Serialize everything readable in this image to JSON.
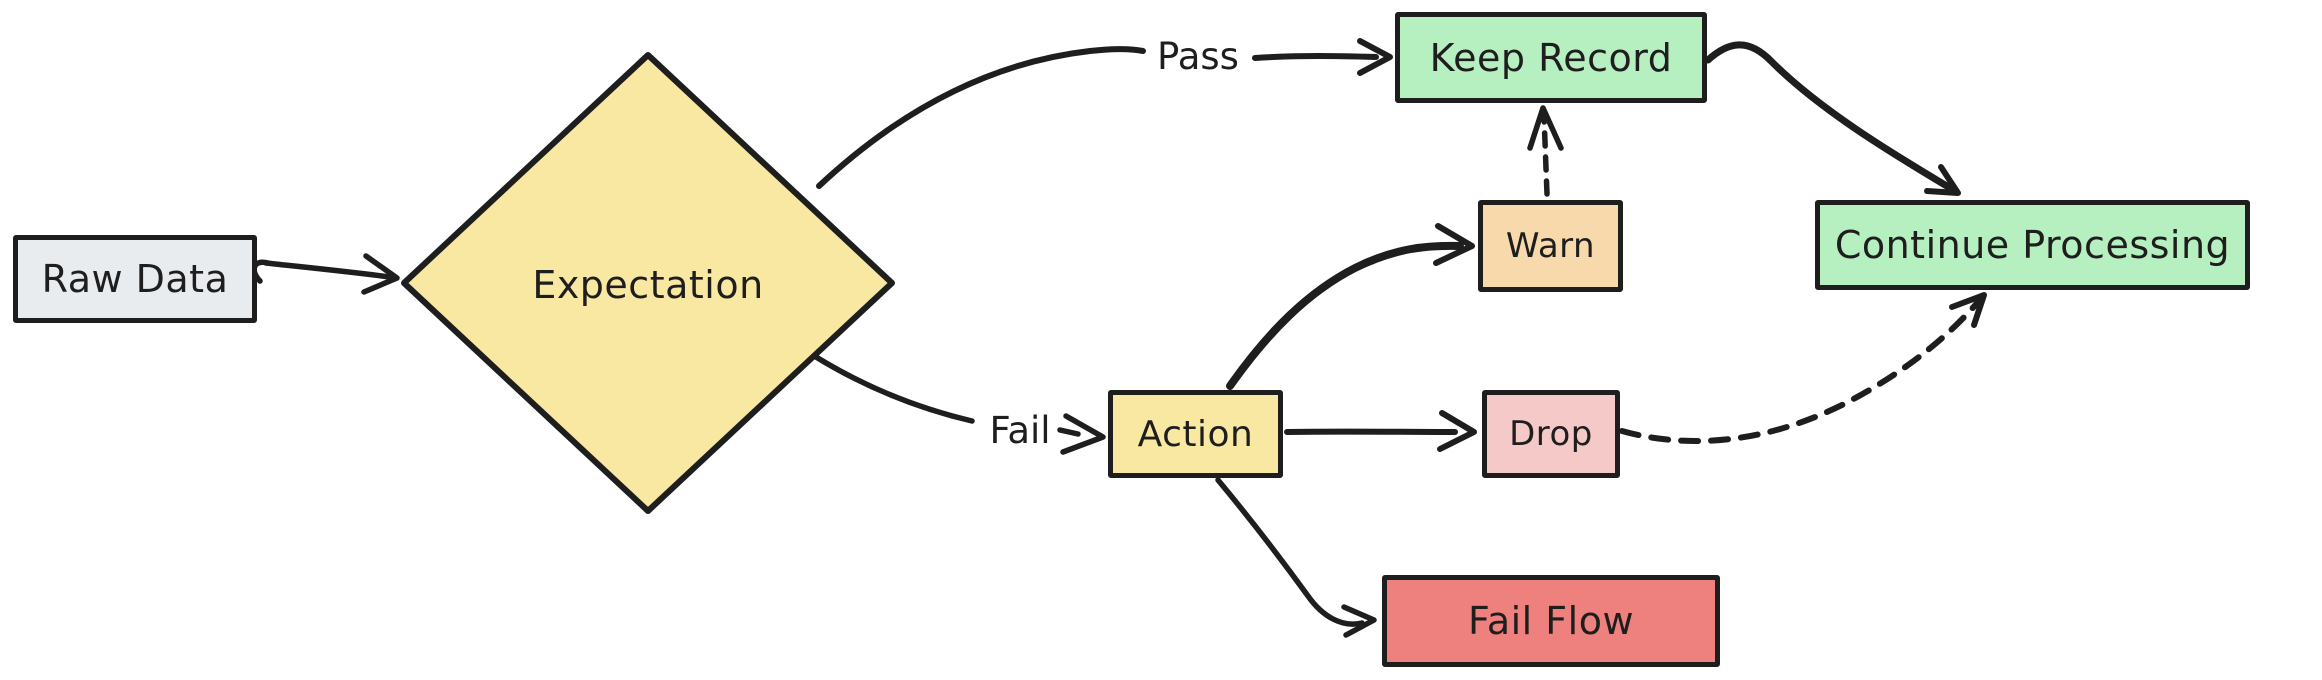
{
  "diagram": {
    "background": "#ffffff",
    "stroke_color": "#1e1e1e",
    "nodes": [
      {
        "id": "raw-data",
        "label": "Raw Data",
        "shape": "rectangle",
        "fill": "#e9ecef"
      },
      {
        "id": "expectation",
        "label": "Expectation",
        "shape": "diamond",
        "fill": "#f9e8a2"
      },
      {
        "id": "keep-record",
        "label": "Keep Record",
        "shape": "rectangle",
        "fill": "#b6efc0"
      },
      {
        "id": "continue-processing",
        "label": "Continue Processing",
        "shape": "rectangle",
        "fill": "#b6efc0"
      },
      {
        "id": "action",
        "label": "Action",
        "shape": "rectangle",
        "fill": "#f9e8a2"
      },
      {
        "id": "warn",
        "label": "Warn",
        "shape": "rectangle",
        "fill": "#f8d9ab"
      },
      {
        "id": "drop",
        "label": "Drop",
        "shape": "rectangle",
        "fill": "#f5c9c7"
      },
      {
        "id": "fail-flow",
        "label": "Fail Flow",
        "shape": "rectangle",
        "fill": "#ee817d"
      }
    ],
    "edges": [
      {
        "from": "raw-data",
        "to": "expectation",
        "style": "solid",
        "label": ""
      },
      {
        "from": "expectation",
        "to": "keep-record",
        "style": "solid",
        "label": "Pass"
      },
      {
        "from": "expectation",
        "to": "action",
        "style": "solid",
        "label": "Fail"
      },
      {
        "from": "keep-record",
        "to": "continue-processing",
        "style": "solid",
        "label": ""
      },
      {
        "from": "action",
        "to": "warn",
        "style": "solid",
        "label": ""
      },
      {
        "from": "action",
        "to": "drop",
        "style": "solid",
        "label": ""
      },
      {
        "from": "action",
        "to": "fail-flow",
        "style": "solid",
        "label": ""
      },
      {
        "from": "warn",
        "to": "keep-record",
        "style": "dashed",
        "label": ""
      },
      {
        "from": "drop",
        "to": "continue-processing",
        "style": "dashed",
        "label": ""
      }
    ]
  }
}
